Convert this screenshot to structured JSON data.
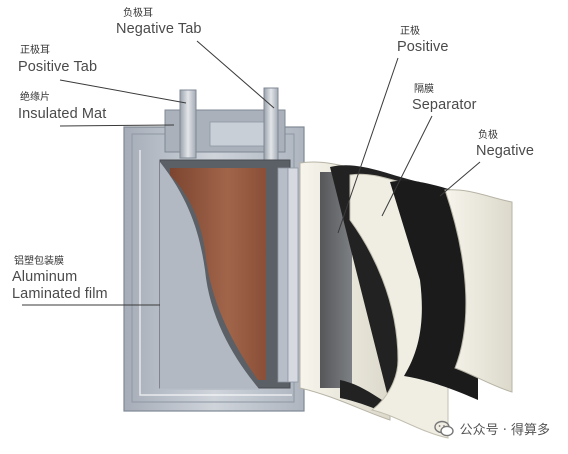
{
  "labels": {
    "negative_tab": {
      "cn": "负极耳",
      "en": "Negative Tab"
    },
    "positive_tab": {
      "cn": "正极耳",
      "en": "Positive Tab"
    },
    "insulated_mat": {
      "cn": "绝缘片",
      "en": "Insulated Mat"
    },
    "aluminum_film": {
      "cn": "铝塑包装膜",
      "en1": "Aluminum",
      "en2": "Laminated film"
    },
    "positive": {
      "cn": "正极",
      "en": "Positive"
    },
    "separator": {
      "cn": "隔膜",
      "en": "Separator"
    },
    "negative": {
      "cn": "负极",
      "en": "Negative"
    }
  },
  "watermark": {
    "text": "公众号 · 得算多",
    "icon": "wechat-icon"
  },
  "colors": {
    "casing": "#bcc3cc",
    "casing_dark": "#8e97a3",
    "electrode_brown": "#9a5a3e",
    "positive_sheet": "#f1efe4",
    "separator_dark": "#262626",
    "negative_sheet": "#e8e6da",
    "tab_metal": "#c9ced6",
    "leader_line": "#3a3a3a"
  }
}
